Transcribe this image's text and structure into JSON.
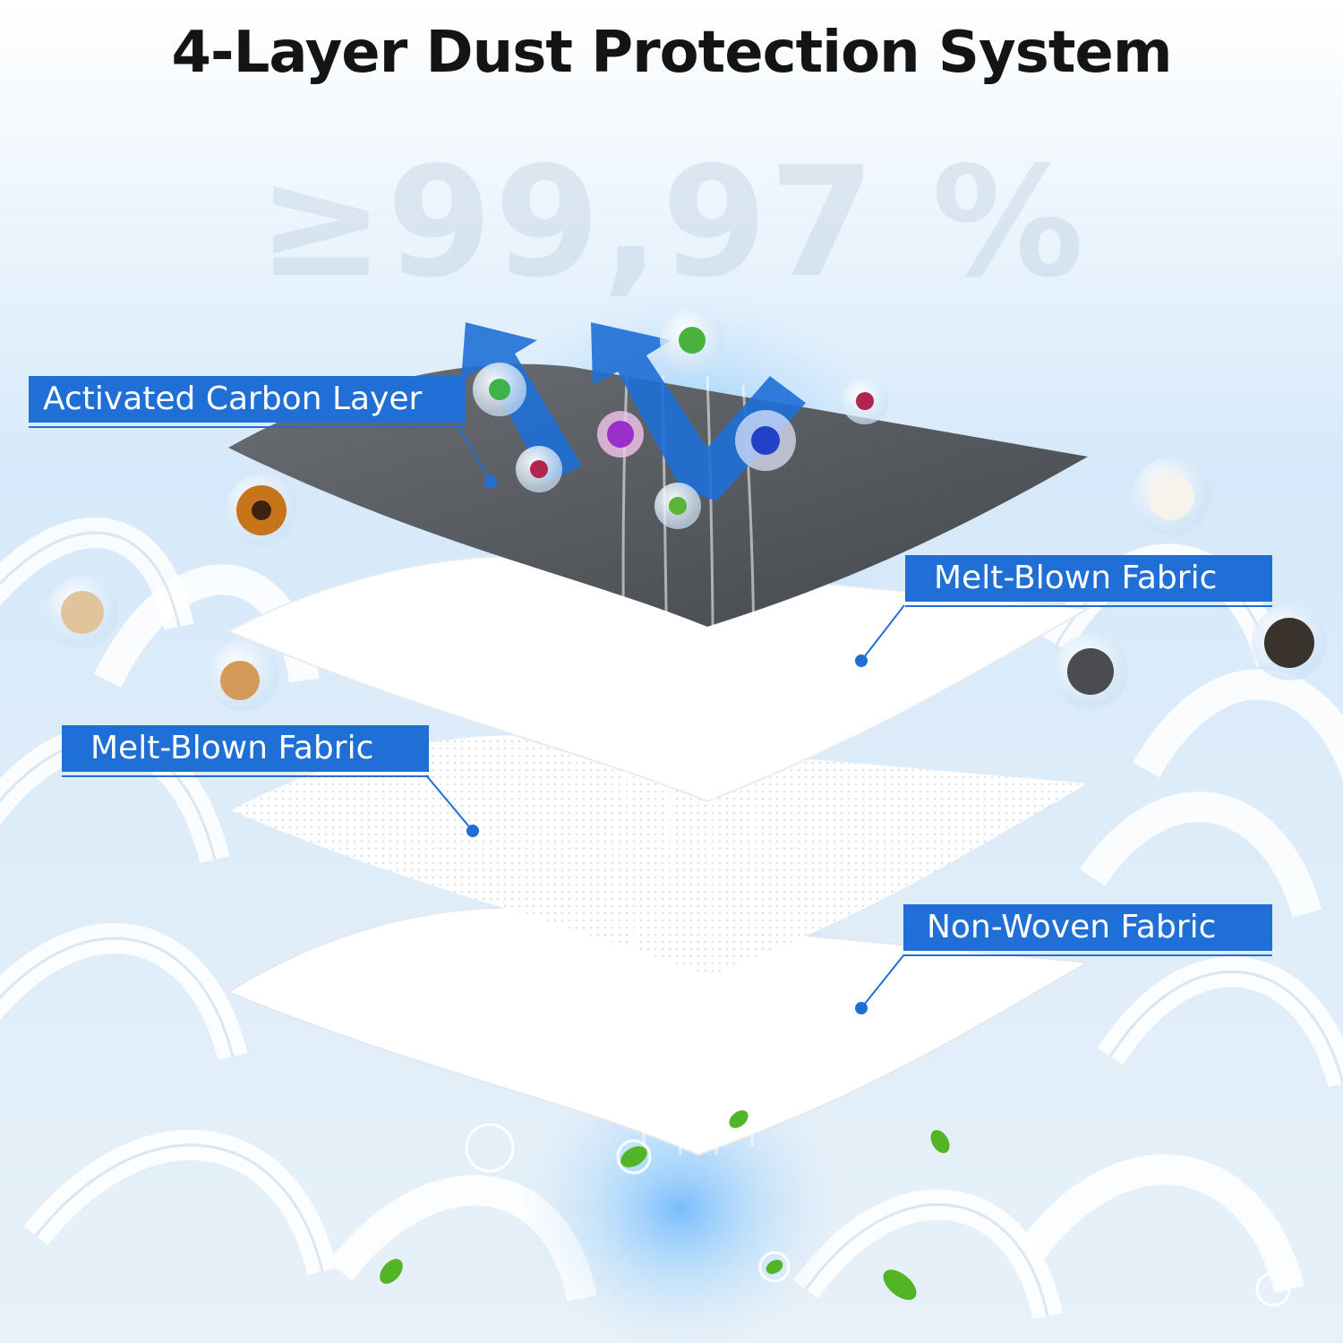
{
  "title": "4-Layer Dust Protection System",
  "efficiency": "≥99,97 %",
  "layers": [
    {
      "label": "Activated Carbon Layer"
    },
    {
      "label": "Melt-Blown Fabric"
    },
    {
      "label": "Melt-Blown Fabric"
    },
    {
      "label": "Non-Woven Fabric"
    }
  ],
  "colors": {
    "accent": "#1f6fd6",
    "carbon": "#55585d",
    "title": "#141414"
  }
}
